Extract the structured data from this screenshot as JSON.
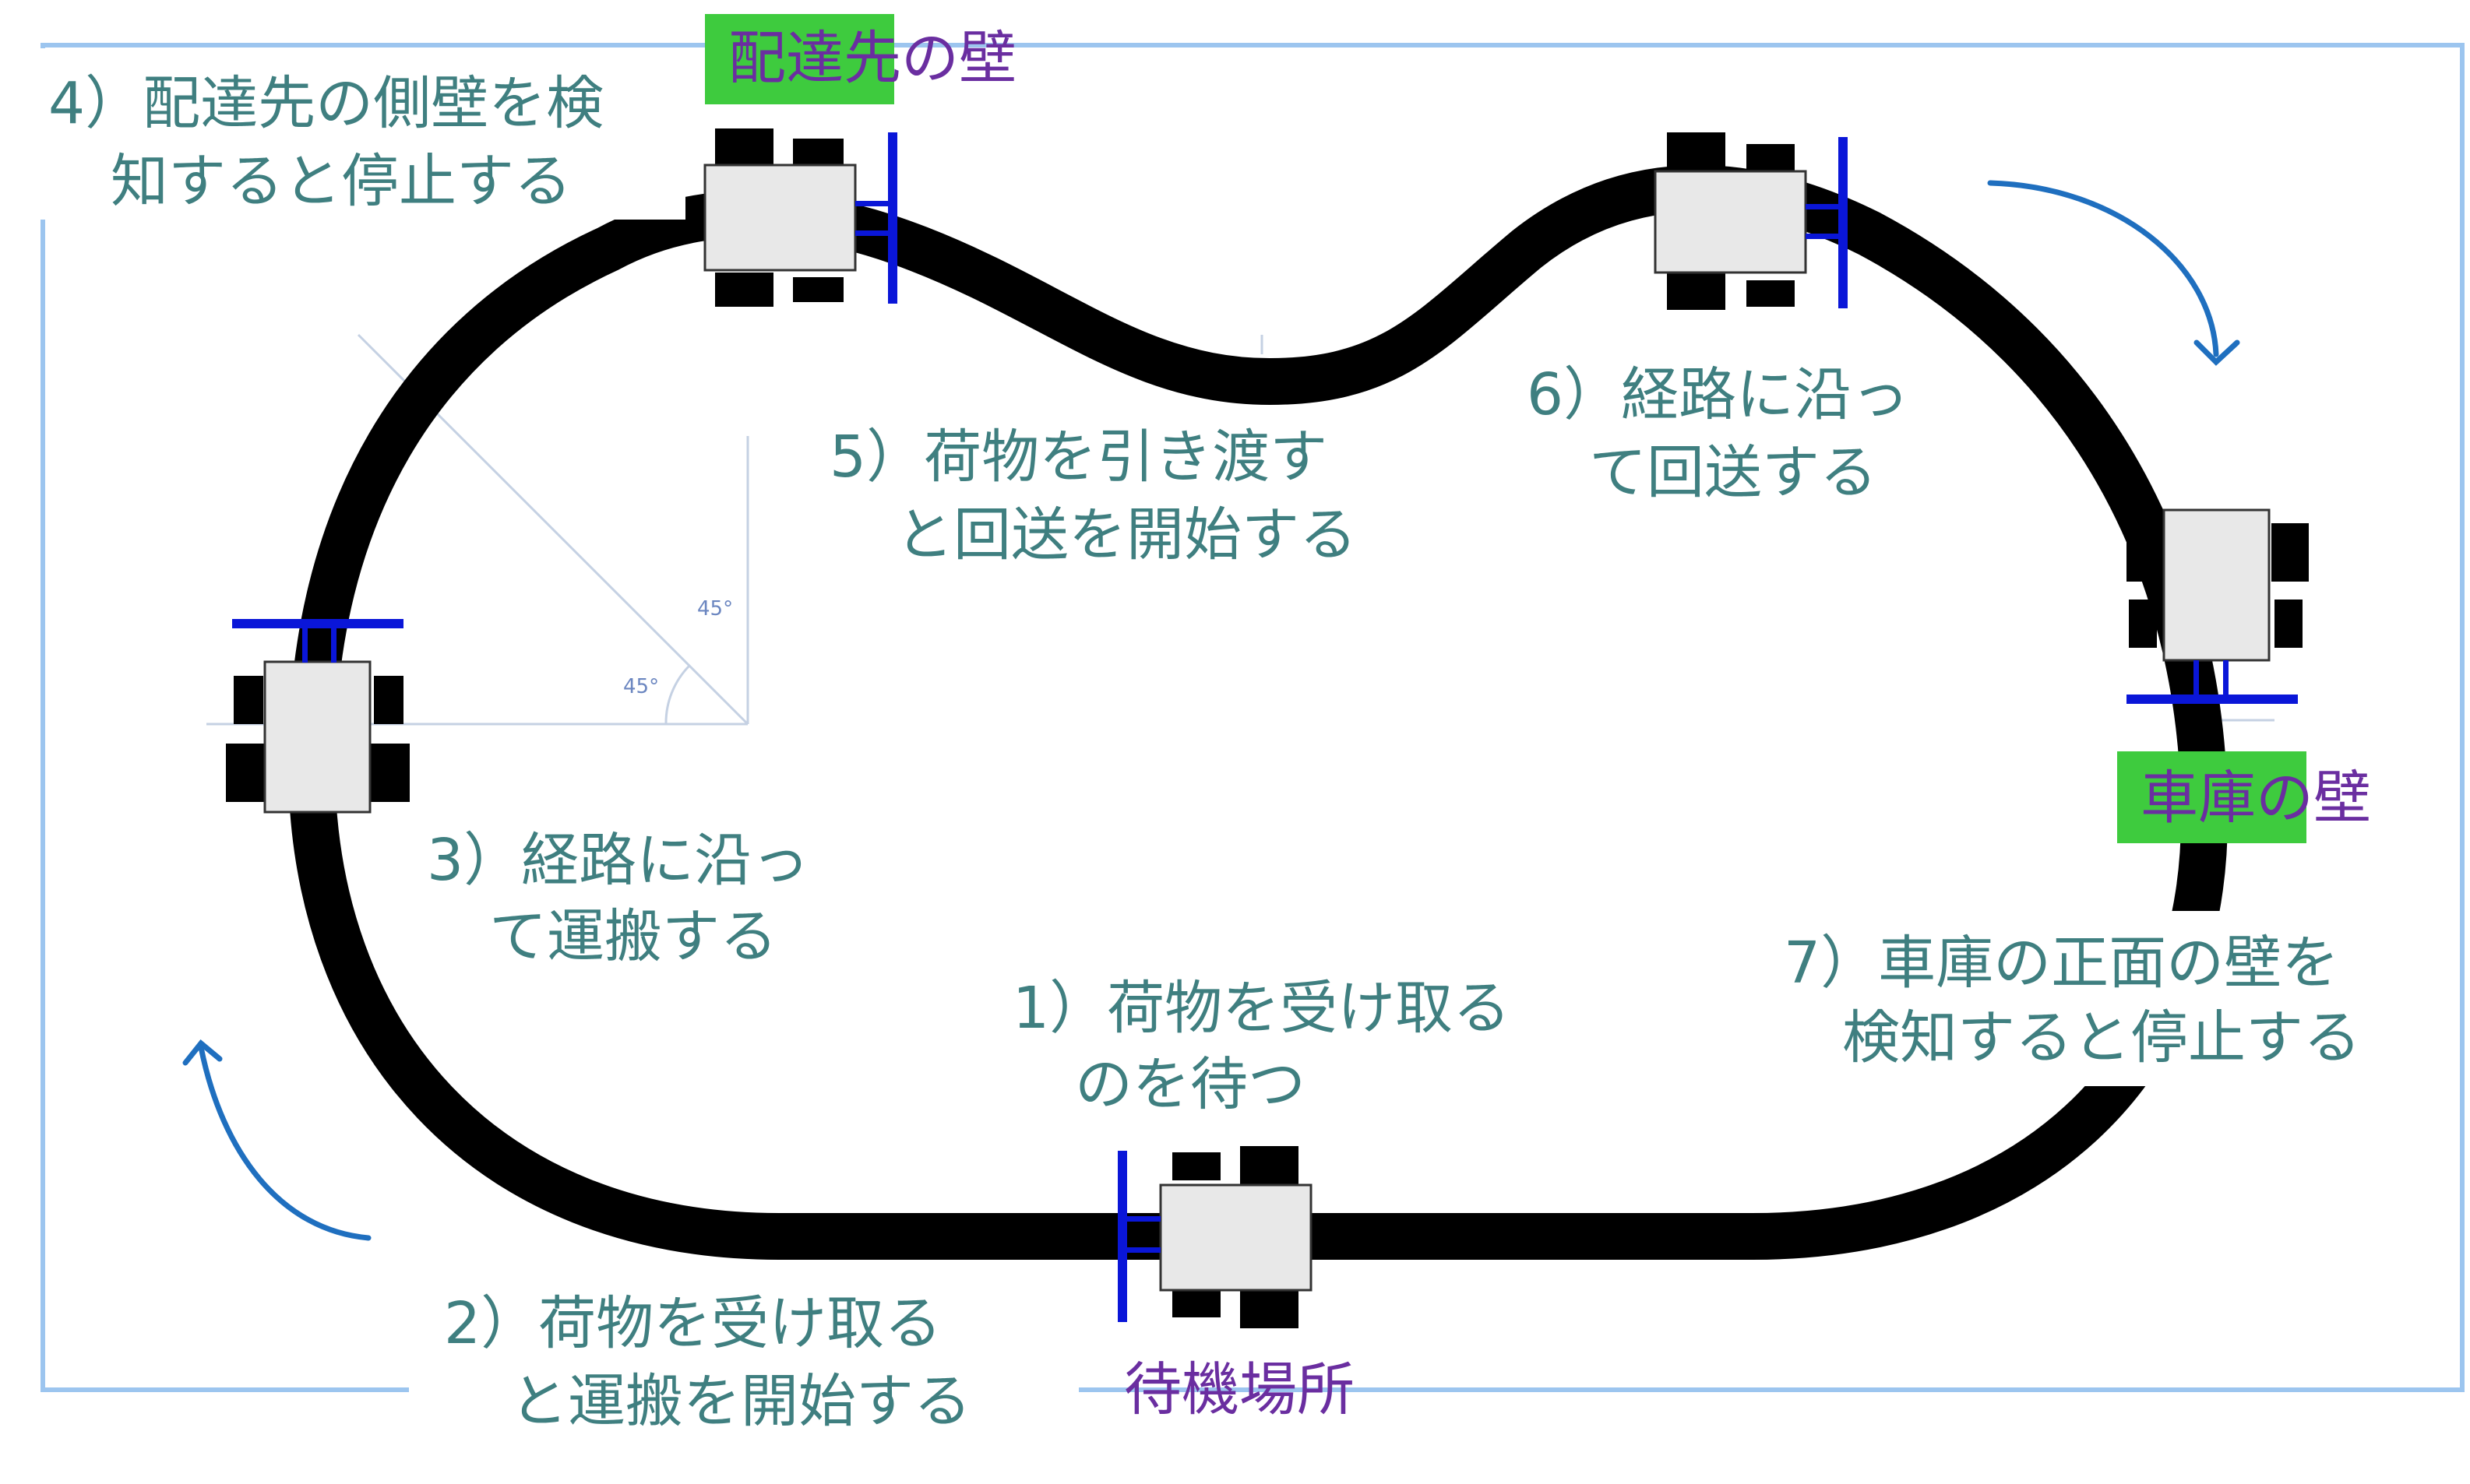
{
  "colors": {
    "frame": "#9cc5ef",
    "track": "#000000",
    "step_text": "#3f7f80",
    "tag_text": "#6a2ea0",
    "wall_tag_bg": "#3ecb3e",
    "bumper": "#0a16d8",
    "arrow": "#1f6fbf",
    "guide": "#c5d1e3"
  },
  "steps": {
    "s1": {
      "line1": "1）荷物を受け取る",
      "line2": "のを待つ"
    },
    "s2": {
      "line1": "2）荷物を受け取る",
      "line2": "と運搬を開始する"
    },
    "s3": {
      "line1": "3）経路に沿っ",
      "line2": "て運搬する"
    },
    "s4": {
      "line1": "4）配達先の側壁を検",
      "line2": "知すると停止する"
    },
    "s5": {
      "line1": "5）荷物を引き渡す",
      "line2": "と回送を開始する"
    },
    "s6": {
      "line1": "6）経路に沿っ",
      "line2": "て回送する"
    },
    "s7": {
      "line1": "7）車庫の正面の壁を",
      "line2": "検知すると停止する"
    }
  },
  "tags": {
    "delivery_wall": "配達先の壁",
    "garage_wall": "車庫の壁",
    "standby": "待機場所"
  },
  "guide_marks": [
    "45°",
    "45°"
  ],
  "icons": [
    "robot-car-icon",
    "curved-arrow-icon"
  ]
}
